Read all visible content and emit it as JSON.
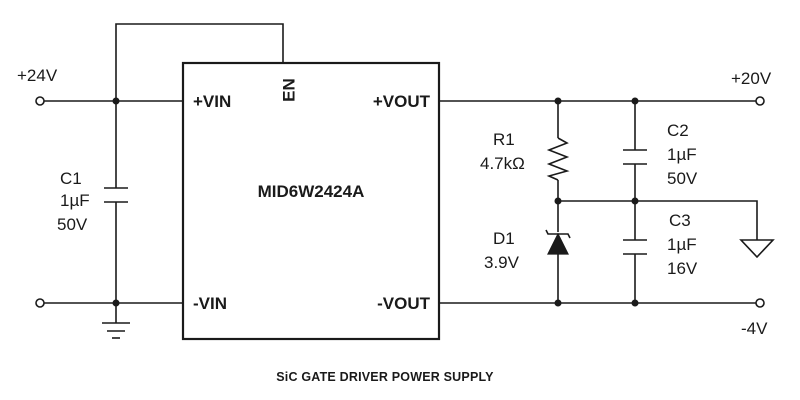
{
  "rails": {
    "vin_pos": "+24V",
    "vout_pos": "+20V",
    "vout_neg": "-4V"
  },
  "module": {
    "part_number": "MID6W2424A",
    "pins": {
      "vin_pos": "+VIN",
      "vin_neg": "-VIN",
      "vout_pos": "+VOUT",
      "vout_neg": "-VOUT",
      "enable": "EN"
    }
  },
  "components": {
    "c1": {
      "ref": "C1",
      "value": "1µF",
      "rating": "50V"
    },
    "r1": {
      "ref": "R1",
      "value": "4.7kΩ"
    },
    "d1": {
      "ref": "D1",
      "value": "3.9V"
    },
    "c2": {
      "ref": "C2",
      "value": "1µF",
      "rating": "50V"
    },
    "c3": {
      "ref": "C3",
      "value": "1µF",
      "rating": "16V"
    }
  },
  "caption": "SiC GATE DRIVER POWER SUPPLY"
}
